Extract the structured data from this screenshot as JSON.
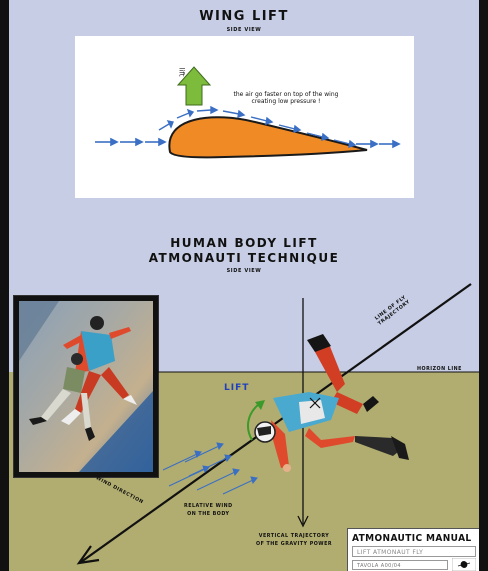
{
  "wing_section": {
    "title": "WING LIFT",
    "subtitle": "SIDE VIEW",
    "lift_label": "lift",
    "note": "the air go faster on top of the wing creating low pressure !"
  },
  "human_section": {
    "title_line1": "HUMAN BODY LIFT",
    "title_line2": "ATMONAUTI TECHNIQUE",
    "subtitle": "SIDE VIEW"
  },
  "diagram_labels": {
    "lift": "LIFT",
    "horizon_line": "HORIZON LINE",
    "line_of_fly_1": "LINE OF FLY",
    "line_of_fly_2": "TRAJECTORY",
    "wind_direction": "WIND DIRECTION",
    "relative_wind_1": "RELATIVE WIND",
    "relative_wind_2": "ON THE BODY",
    "vertical_1": "VERTICAL TRAJECTORY",
    "vertical_2": "OF THE GRAVITY POWER"
  },
  "manual": {
    "title": "ATMONAUTIC MANUAL",
    "subtitle": "LIFT ATMONAUT FLY",
    "table": "TAVOLA  A00/04"
  },
  "colors": {
    "sky": "#c6cde4",
    "ground": "#b1ad70",
    "wing_fill": "#f08a24",
    "flow_arrows": "#3a6fc4",
    "lift_arrow": "#7dbb3c",
    "lift_text": "#1f3fbf"
  }
}
